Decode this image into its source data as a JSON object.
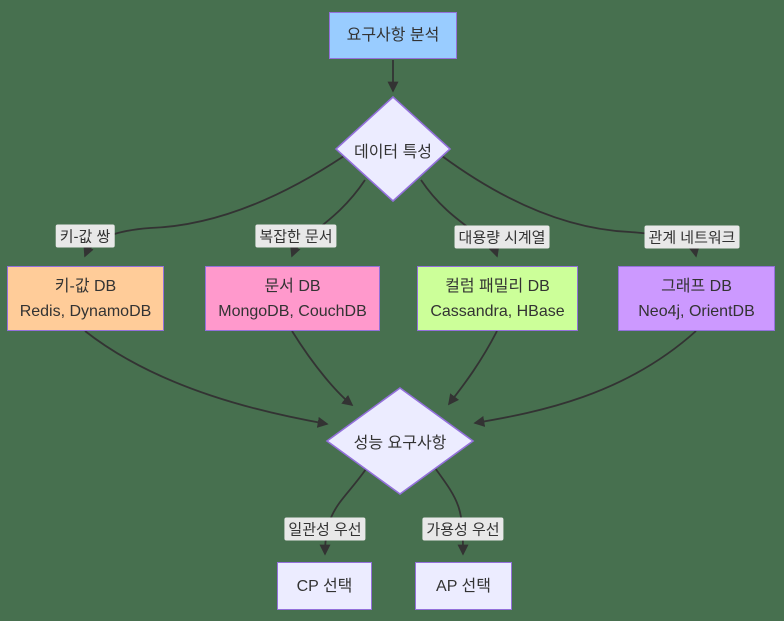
{
  "colors": {
    "background": "#47704F",
    "edge": "#333333",
    "border": "#9370DB",
    "text": "#333333",
    "label_bg": "#e8e8e8"
  },
  "nodes": {
    "start": {
      "label": "요구사항 분석",
      "fill": "#99CCFF"
    },
    "data_decision": {
      "label": "데이터 특성",
      "fill": "#ECECFF"
    },
    "kv_db": {
      "title": "키-값 DB",
      "subtitle": "Redis, DynamoDB",
      "fill": "#FFCC99"
    },
    "doc_db": {
      "title": "문서 DB",
      "subtitle": "MongoDB, CouchDB",
      "fill": "#FF99CC"
    },
    "column_db": {
      "title": "컬럼 패밀리 DB",
      "subtitle": "Cassandra, HBase",
      "fill": "#CCFF99"
    },
    "graph_db": {
      "title": "그래프 DB",
      "subtitle": "Neo4j, OrientDB",
      "fill": "#CC99FF"
    },
    "perf_decision": {
      "label": "성능 요구사항",
      "fill": "#ECECFF"
    },
    "cp": {
      "label": "CP 선택",
      "fill": "#ECECFF"
    },
    "ap": {
      "label": "AP 선택",
      "fill": "#ECECFF"
    }
  },
  "edge_labels": {
    "kv": "키-값 쌍",
    "doc": "복잡한 문서",
    "column": "대용량 시계열",
    "graph": "관계 네트워크",
    "consistency": "일관성 우선",
    "availability": "가용성 우선"
  }
}
